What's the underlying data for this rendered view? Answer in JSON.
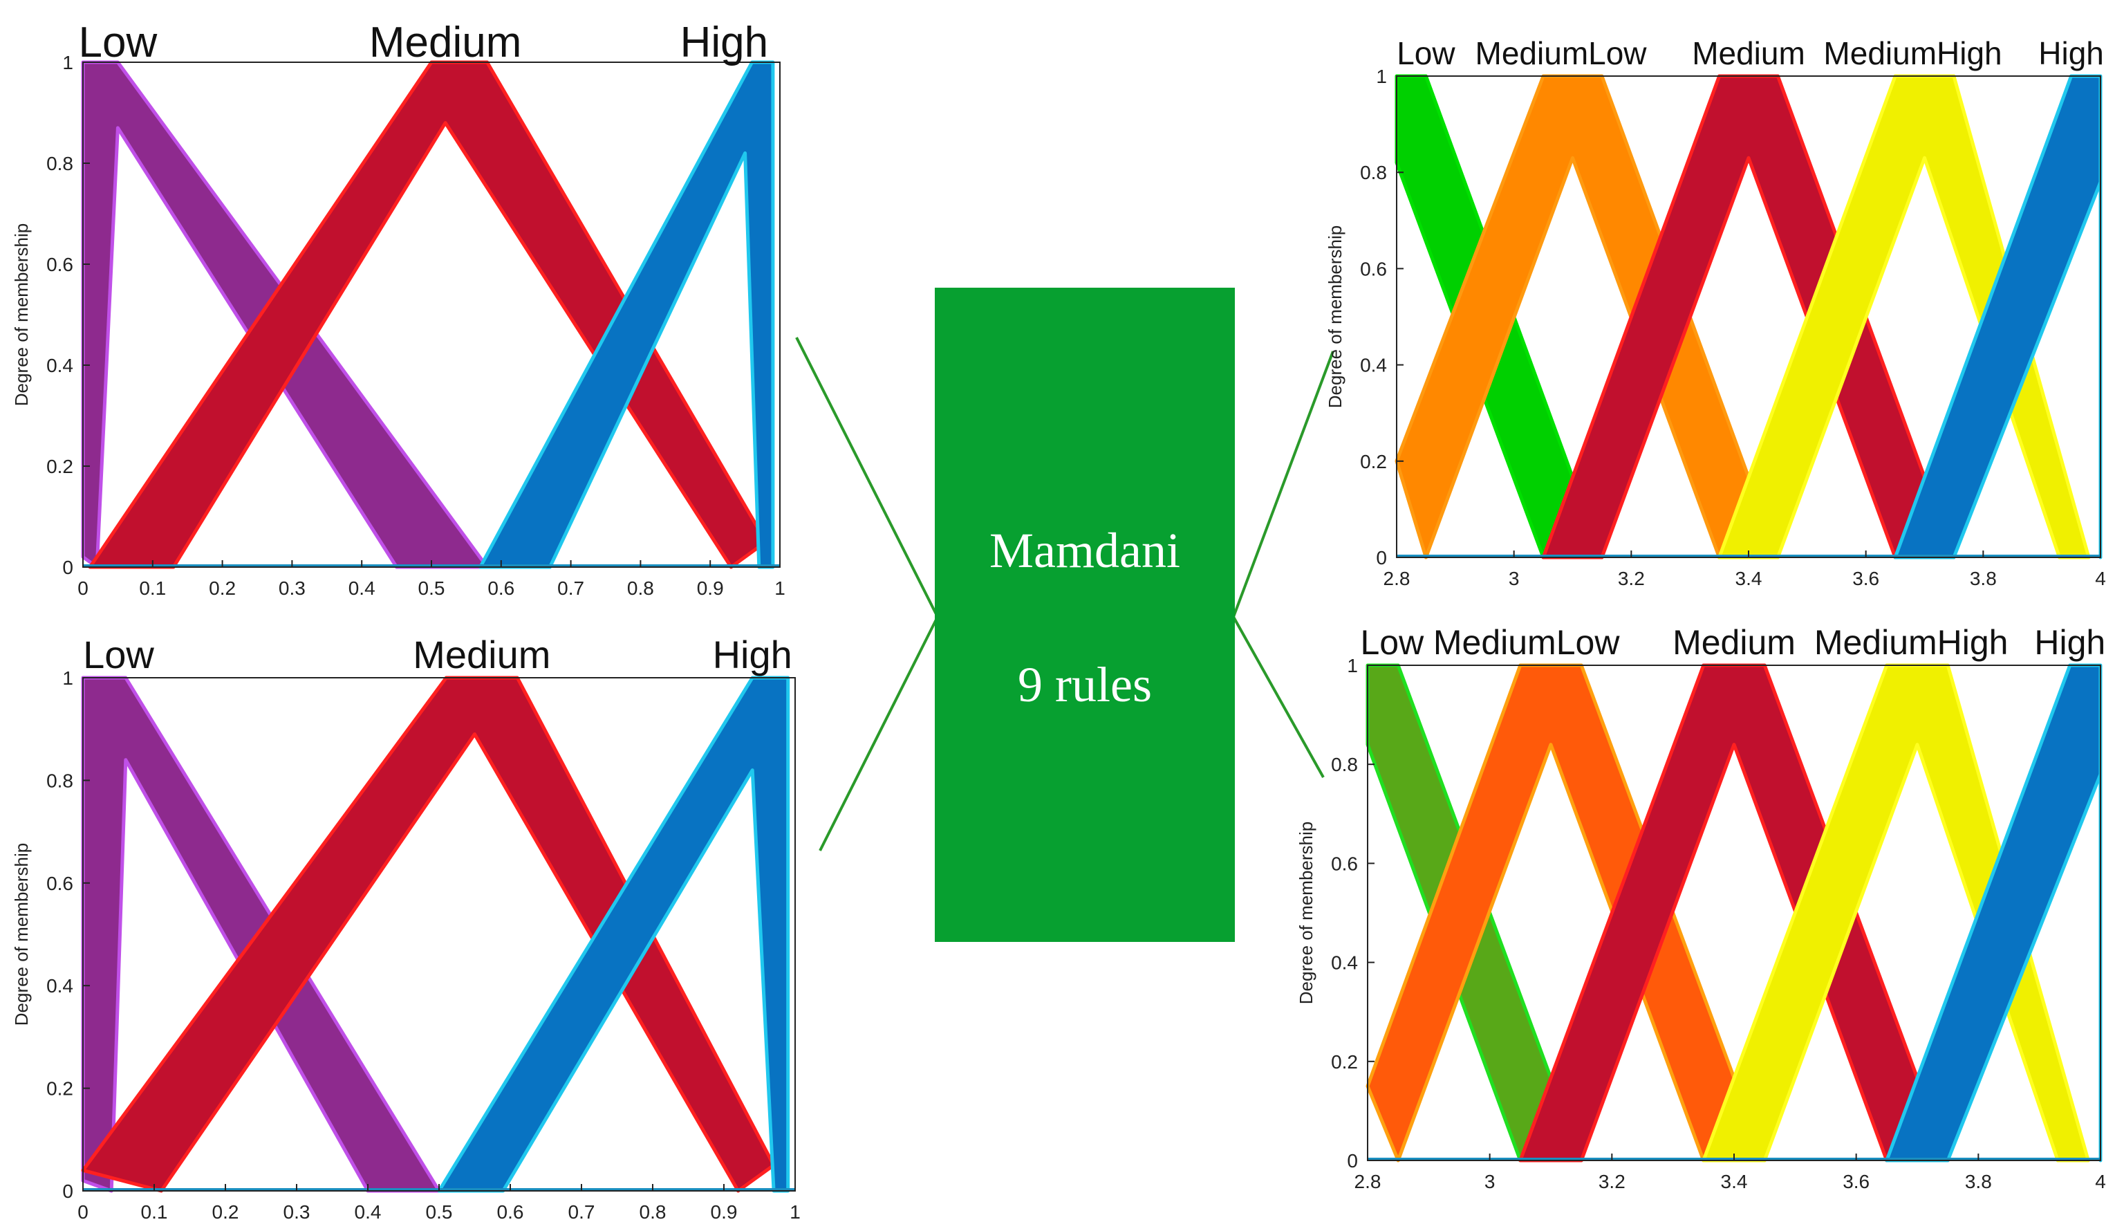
{
  "center": {
    "line1": "Mamdani",
    "line2": "9 rules",
    "box_color": "#07a030",
    "text_color": "#ffffff",
    "connector_color": "#2a9a2a"
  },
  "chart_data": [
    {
      "type": "area",
      "panel": "top-left",
      "ylabel": "Degree of membership",
      "xlim": [
        0,
        1
      ],
      "ylim": [
        0,
        1
      ],
      "xticks": [
        "0",
        "0.1",
        "0.2",
        "0.3",
        "0.4",
        "0.5",
        "0.6",
        "0.7",
        "0.8",
        "0.9",
        "1"
      ],
      "yticks": [
        "0",
        "0.2",
        "0.4",
        "0.6",
        "0.8",
        "1"
      ],
      "series": [
        {
          "name": "Low",
          "color": "#8e2a8e",
          "edge": "#c050e8",
          "upper": [
            [
              0,
              0.02
            ],
            [
              0,
              1
            ],
            [
              0.05,
              1
            ],
            [
              0.58,
              0
            ]
          ],
          "lower": [
            [
              0.02,
              0
            ],
            [
              0.05,
              0.87
            ],
            [
              0.45,
              0
            ]
          ]
        },
        {
          "name": "Medium",
          "color": "#c1102e",
          "edge": "#ff2020",
          "upper": [
            [
              0.01,
              0
            ],
            [
              0.5,
              1
            ],
            [
              0.58,
              1
            ],
            [
              0.98,
              0.05
            ]
          ],
          "lower": [
            [
              0.13,
              0
            ],
            [
              0.52,
              0.88
            ],
            [
              0.93,
              0
            ]
          ]
        },
        {
          "name": "High",
          "color": "#0873c2",
          "edge": "#20c8ee",
          "upper": [
            [
              0.57,
              0
            ],
            [
              0.96,
              1
            ],
            [
              0.99,
              1
            ],
            [
              0.99,
              0
            ]
          ],
          "lower": [
            [
              0.67,
              0
            ],
            [
              0.95,
              0.82
            ],
            [
              0.97,
              0
            ]
          ]
        }
      ]
    },
    {
      "type": "area",
      "panel": "bottom-left",
      "ylabel": "Degree of membership",
      "xlim": [
        0,
        1
      ],
      "ylim": [
        0,
        1
      ],
      "xticks": [
        "0",
        "0.1",
        "0.2",
        "0.3",
        "0.4",
        "0.5",
        "0.6",
        "0.7",
        "0.8",
        "0.9",
        "1"
      ],
      "yticks": [
        "0",
        "0.2",
        "0.4",
        "0.6",
        "0.8",
        "1"
      ],
      "series": [
        {
          "name": "Low",
          "color": "#8e2a8e",
          "edge": "#c050e8",
          "upper": [
            [
              0,
              0.02
            ],
            [
              0,
              1
            ],
            [
              0.06,
              1
            ],
            [
              0.5,
              0
            ]
          ],
          "lower": [
            [
              0.04,
              0
            ],
            [
              0.06,
              0.84
            ],
            [
              0.4,
              0
            ]
          ]
        },
        {
          "name": "Medium",
          "color": "#c1102e",
          "edge": "#ff2020",
          "upper": [
            [
              0,
              0.04
            ],
            [
              0.51,
              1
            ],
            [
              0.61,
              1
            ],
            [
              0.97,
              0.05
            ]
          ],
          "lower": [
            [
              0.11,
              0
            ],
            [
              0.55,
              0.89
            ],
            [
              0.92,
              0
            ]
          ]
        },
        {
          "name": "High",
          "color": "#0873c2",
          "edge": "#20c8ee",
          "upper": [
            [
              0.5,
              0
            ],
            [
              0.94,
              1
            ],
            [
              0.99,
              1
            ],
            [
              0.99,
              0
            ]
          ],
          "lower": [
            [
              0.59,
              0
            ],
            [
              0.94,
              0.82
            ],
            [
              0.97,
              0
            ]
          ]
        }
      ]
    },
    {
      "type": "area",
      "panel": "top-right",
      "ylabel": "Degree of membership",
      "xlim": [
        2.8,
        4
      ],
      "ylim": [
        0,
        1
      ],
      "xticks": [
        "2.8",
        "3",
        "3.2",
        "3.4",
        "3.6",
        "3.8",
        "4"
      ],
      "yticks": [
        "0",
        "0.2",
        "0.4",
        "0.6",
        "0.8",
        "1"
      ],
      "series": [
        {
          "name": "Low",
          "color": "#00d000",
          "edge": "#00e000",
          "upper": [
            [
              2.8,
              1
            ],
            [
              2.85,
              1
            ],
            [
              3.15,
              0
            ]
          ],
          "lower": [
            [
              2.8,
              0.82
            ],
            [
              3.05,
              0
            ]
          ]
        },
        {
          "name": "MediumLow",
          "color": "#ff8800",
          "edge": "#ff9a10",
          "upper": [
            [
              2.8,
              0.2
            ],
            [
              3.05,
              1
            ],
            [
              3.15,
              1
            ],
            [
              3.45,
              0
            ]
          ],
          "lower": [
            [
              2.85,
              0
            ],
            [
              3.1,
              0.83
            ],
            [
              3.35,
              0
            ]
          ]
        },
        {
          "name": "Medium",
          "color": "#c1102e",
          "edge": "#ff2020",
          "upper": [
            [
              3.05,
              0
            ],
            [
              3.35,
              1
            ],
            [
              3.45,
              1
            ],
            [
              3.75,
              0
            ]
          ],
          "lower": [
            [
              3.15,
              0
            ],
            [
              3.4,
              0.83
            ],
            [
              3.65,
              0
            ]
          ]
        },
        {
          "name": "MediumHigh",
          "color": "#f0f000",
          "edge": "#ffff20",
          "upper": [
            [
              3.35,
              0
            ],
            [
              3.65,
              1
            ],
            [
              3.75,
              1
            ],
            [
              3.98,
              0
            ]
          ],
          "lower": [
            [
              3.45,
              0
            ],
            [
              3.7,
              0.83
            ],
            [
              3.93,
              0
            ]
          ]
        },
        {
          "name": "High",
          "color": "#0873c2",
          "edge": "#20c8ee",
          "upper": [
            [
              3.65,
              0
            ],
            [
              3.95,
              1
            ],
            [
              4,
              1
            ],
            [
              4,
              0
            ]
          ],
          "lower": [
            [
              3.75,
              0
            ],
            [
              4,
              0.78
            ]
          ]
        }
      ]
    },
    {
      "type": "area",
      "panel": "bottom-right",
      "ylabel": "Degree of membership",
      "xlim": [
        2.8,
        4
      ],
      "ylim": [
        0,
        1
      ],
      "xticks": [
        "2.8",
        "3",
        "3.2",
        "3.4",
        "3.6",
        "3.8",
        "4"
      ],
      "yticks": [
        "0",
        "0.2",
        "0.4",
        "0.6",
        "0.8",
        "1"
      ],
      "series": [
        {
          "name": "Low",
          "color": "#58a818",
          "edge": "#20e020",
          "upper": [
            [
              2.8,
              1
            ],
            [
              2.85,
              1
            ],
            [
              3.15,
              0
            ]
          ],
          "lower": [
            [
              2.8,
              0.84
            ],
            [
              3.05,
              0
            ]
          ]
        },
        {
          "name": "MediumLow",
          "color": "#ff5a0a",
          "edge": "#ffa010",
          "upper": [
            [
              2.8,
              0.15
            ],
            [
              3.05,
              1
            ],
            [
              3.15,
              1
            ],
            [
              3.45,
              0
            ]
          ],
          "lower": [
            [
              2.85,
              0
            ],
            [
              3.1,
              0.84
            ],
            [
              3.35,
              0
            ]
          ]
        },
        {
          "name": "Medium",
          "color": "#c1102e",
          "edge": "#ff2020",
          "upper": [
            [
              3.05,
              0
            ],
            [
              3.35,
              1
            ],
            [
              3.45,
              1
            ],
            [
              3.75,
              0
            ]
          ],
          "lower": [
            [
              3.15,
              0
            ],
            [
              3.4,
              0.84
            ],
            [
              3.65,
              0
            ]
          ]
        },
        {
          "name": "MediumHigh",
          "color": "#f0f000",
          "edge": "#ffff20",
          "upper": [
            [
              3.35,
              0
            ],
            [
              3.65,
              1
            ],
            [
              3.75,
              1
            ],
            [
              3.98,
              0
            ]
          ],
          "lower": [
            [
              3.45,
              0
            ],
            [
              3.7,
              0.84
            ],
            [
              3.93,
              0
            ]
          ]
        },
        {
          "name": "High",
          "color": "#0873c2",
          "edge": "#20c8ee",
          "upper": [
            [
              3.65,
              0
            ],
            [
              3.95,
              1
            ],
            [
              4,
              1
            ],
            [
              4,
              0
            ]
          ],
          "lower": [
            [
              3.75,
              0
            ],
            [
              4,
              0.78
            ]
          ]
        }
      ]
    }
  ]
}
